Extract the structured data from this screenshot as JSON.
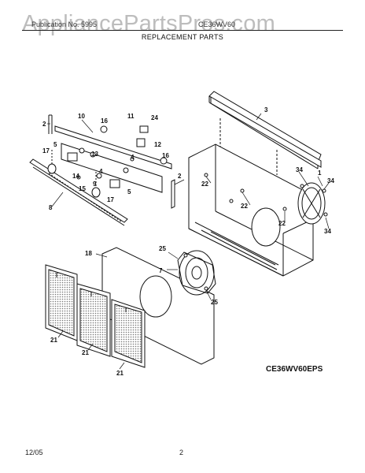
{
  "watermark": "AppliancePartsPros.com",
  "header": {
    "left_text": "Publication No. 5995",
    "right_text": "CE36WV60"
  },
  "subtitle": "REPLACEMENT PARTS",
  "model_code": "CE36WV60EPS",
  "footer": {
    "date": "12/05",
    "page_number": "2"
  },
  "callouts": {
    "c1": "1",
    "c2a": "2",
    "c2b": "2",
    "c3": "3",
    "c4a": "4",
    "c4b": "4",
    "c5a": "5",
    "c5b": "5",
    "c7": "7",
    "c8": "8",
    "c9": "9",
    "c10": "10",
    "c11": "11",
    "c12": "12",
    "c13": "13",
    "c14": "14",
    "c15": "15",
    "c16a": "16",
    "c16b": "16",
    "c17a": "17",
    "c17b": "17",
    "c18": "18",
    "c21a": "21",
    "c21b": "21",
    "c21c": "21",
    "c22a": "22",
    "c22b": "22",
    "c22c": "22",
    "c24": "24",
    "c25a": "25",
    "c25b": "25",
    "c34a": "34",
    "c34b": "34",
    "c34c": "34"
  }
}
